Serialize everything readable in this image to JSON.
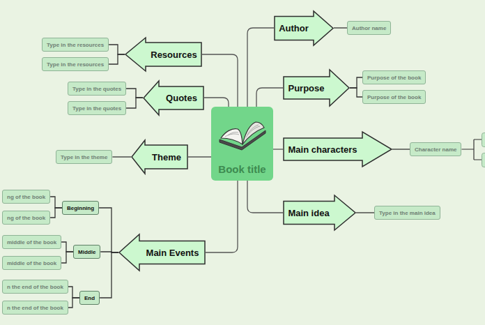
{
  "diagram": {
    "nodes": [
      {
        "text": [
          "Book title"
        ]
      },
      {
        "text": [
          "Author"
        ]
      },
      {
        "text": [
          "Author name"
        ]
      },
      {
        "text": [
          "Purpose"
        ]
      },
      {
        "text": [
          "Purpose of the book"
        ]
      },
      {
        "text": [
          "Purpose of the book"
        ]
      },
      {
        "text": [
          "Main characters"
        ]
      },
      {
        "text": [
          "Character name"
        ]
      },
      {
        "text": [
          "Main idea"
        ]
      },
      {
        "text": [
          "Type in the main idea"
        ]
      },
      {
        "text": [
          "Main Events"
        ]
      },
      {
        "text": [
          "Beginning"
        ]
      },
      {
        "text": [
          "ng of the book"
        ]
      },
      {
        "text": [
          "ng of the book"
        ]
      },
      {
        "text": [
          "Middle"
        ]
      },
      {
        "text": [
          "middle of the book"
        ]
      },
      {
        "text": [
          "middle of the book"
        ]
      },
      {
        "text": [
          "End"
        ]
      },
      {
        "text": [
          "n the end of the book"
        ]
      },
      {
        "text": [
          "n the end of the book"
        ]
      },
      {
        "text": [
          "Theme"
        ]
      },
      {
        "text": [
          "Type in the theme"
        ]
      },
      {
        "text": [
          "Quotes"
        ]
      },
      {
        "text": [
          "Type in the quotes"
        ]
      },
      {
        "text": [
          "Type in the quotes"
        ]
      },
      {
        "text": [
          "Resources"
        ]
      },
      {
        "text": [
          "Type in the resources"
        ]
      },
      {
        "text": [
          "Type in the resources"
        ]
      }
    ],
    "edges": [
      {
        "from": 0,
        "to": 1,
        "arrow": "none"
      },
      {
        "from": 1,
        "to": 2,
        "arrow": "none"
      },
      {
        "from": 0,
        "to": 3,
        "arrow": "none"
      },
      {
        "from": 3,
        "to": 4,
        "arrow": "none"
      },
      {
        "from": 3,
        "to": 5,
        "arrow": "none"
      },
      {
        "from": 0,
        "to": 6,
        "arrow": "none"
      },
      {
        "from": 6,
        "to": 7,
        "arrow": "none"
      },
      {
        "from": 0,
        "to": 8,
        "arrow": "none"
      },
      {
        "from": 8,
        "to": 9,
        "arrow": "none"
      },
      {
        "from": 0,
        "to": 10,
        "arrow": "none"
      },
      {
        "from": 10,
        "to": 11,
        "arrow": "none"
      },
      {
        "from": 11,
        "to": 12,
        "arrow": "none"
      },
      {
        "from": 11,
        "to": 13,
        "arrow": "none"
      },
      {
        "from": 10,
        "to": 14,
        "arrow": "none"
      },
      {
        "from": 14,
        "to": 15,
        "arrow": "none"
      },
      {
        "from": 14,
        "to": 16,
        "arrow": "none"
      },
      {
        "from": 10,
        "to": 17,
        "arrow": "none"
      },
      {
        "from": 17,
        "to": 18,
        "arrow": "none"
      },
      {
        "from": 17,
        "to": 19,
        "arrow": "none"
      },
      {
        "from": 0,
        "to": 20,
        "arrow": "none"
      },
      {
        "from": 20,
        "to": 21,
        "arrow": "none"
      },
      {
        "from": 0,
        "to": 22,
        "arrow": "none"
      },
      {
        "from": 22,
        "to": 23,
        "arrow": "none"
      },
      {
        "from": 22,
        "to": 24,
        "arrow": "none"
      },
      {
        "from": 0,
        "to": 25,
        "arrow": "none"
      },
      {
        "from": 25,
        "to": 26,
        "arrow": "none"
      },
      {
        "from": 25,
        "to": 27,
        "arrow": "none"
      }
    ]
  }
}
